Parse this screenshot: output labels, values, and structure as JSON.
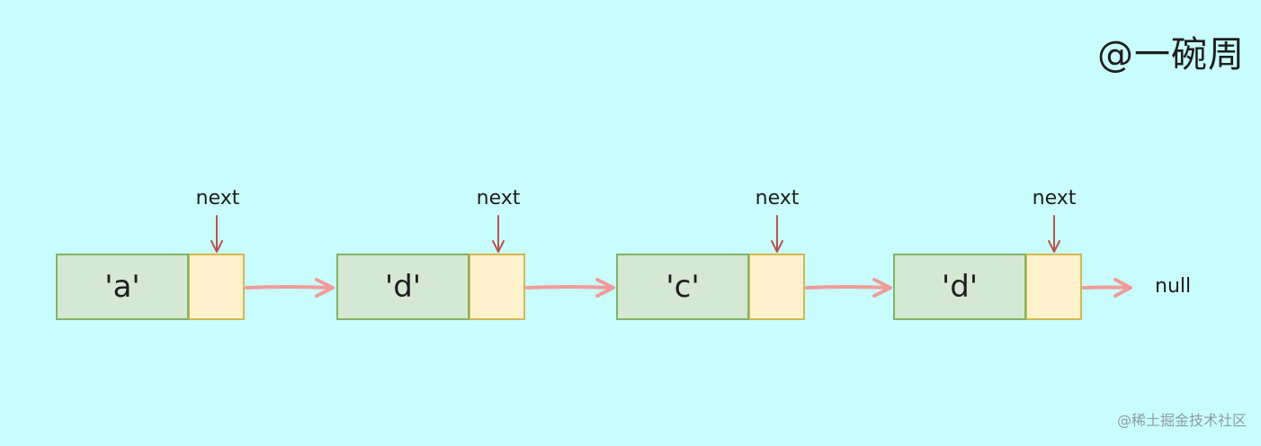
{
  "author": "@一碗周",
  "watermark": "@稀土掘金技术社区",
  "nodes": [
    {
      "value": "'a'",
      "pointer_label": "next"
    },
    {
      "value": "'d'",
      "pointer_label": "next"
    },
    {
      "value": "'c'",
      "pointer_label": "next"
    },
    {
      "value": "'d'",
      "pointer_label": "next"
    }
  ],
  "terminal": "null",
  "colors": {
    "background": "#c9fdfd",
    "value_fill": "#d5e8d4",
    "value_stroke": "#82b366",
    "pointer_fill": "#fff2cc",
    "pointer_stroke": "#d6b656",
    "link_arrow": "#f19c99",
    "next_arrow": "#b85450"
  }
}
